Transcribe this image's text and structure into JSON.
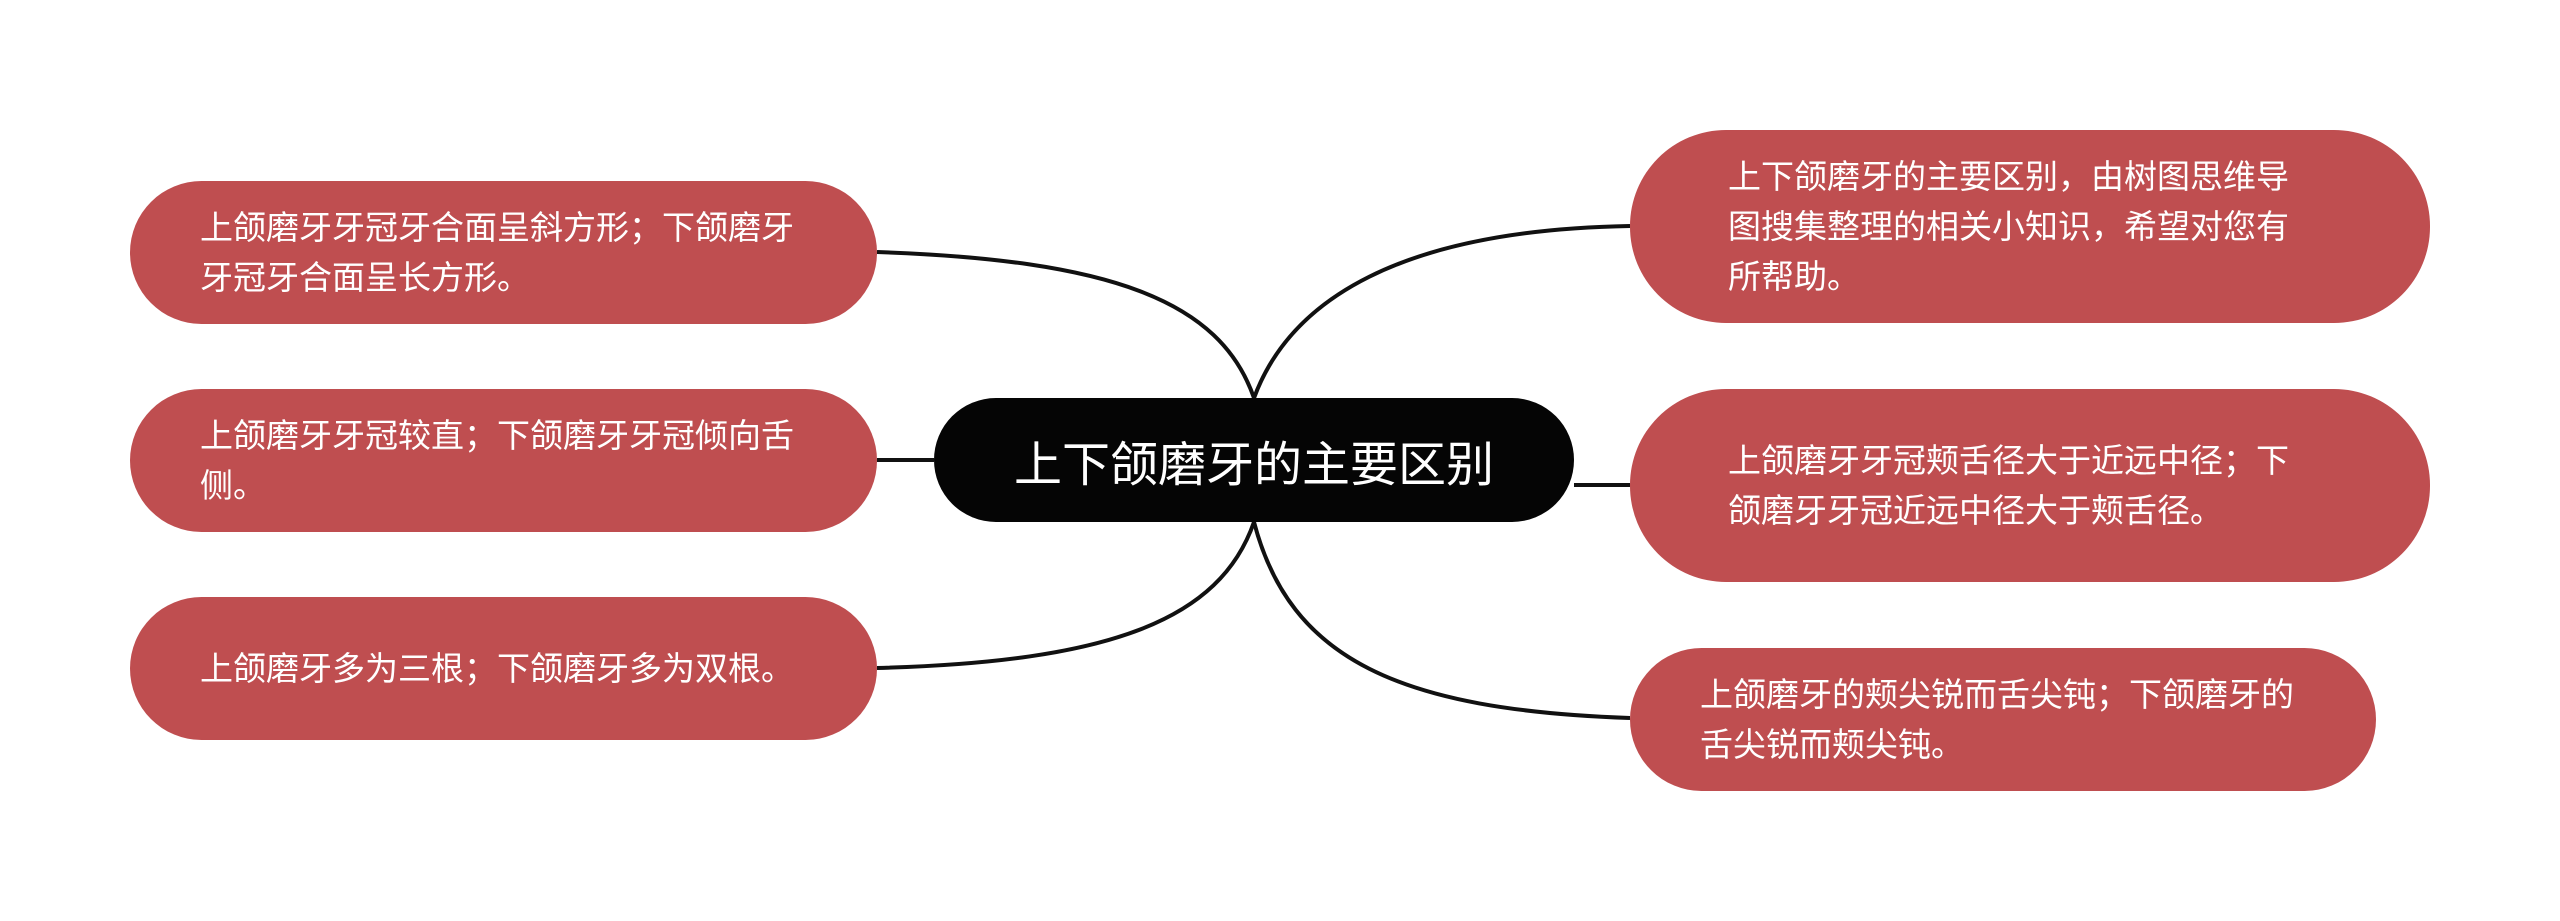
{
  "center": {
    "title": "上下颌磨牙的主要区别"
  },
  "branches": {
    "left": [
      {
        "text": "上颌磨牙牙冠牙合面呈斜方形；下颌磨牙牙冠牙合面呈长方形。"
      },
      {
        "text": "上颌磨牙牙冠较直；下颌磨牙牙冠倾向舌侧。"
      },
      {
        "text": "上颌磨牙多为三根；下颌磨牙多为双根。"
      }
    ],
    "right": [
      {
        "text": "上下颌磨牙的主要区别，由树图思维导图搜集整理的相关小知识，希望对您有所帮助。"
      },
      {
        "text": "上颌磨牙牙冠颊舌径大于近远中径；下颌磨牙牙冠近远中径大于颊舌径。"
      },
      {
        "text": "上颌磨牙的颊尖锐而舌尖钝；下颌磨牙的舌尖锐而颊尖钝。"
      }
    ]
  },
  "colors": {
    "branch_fill": "#bf4e50",
    "center_fill": "#050505",
    "connector": "#111111",
    "text": "#ffffff"
  }
}
